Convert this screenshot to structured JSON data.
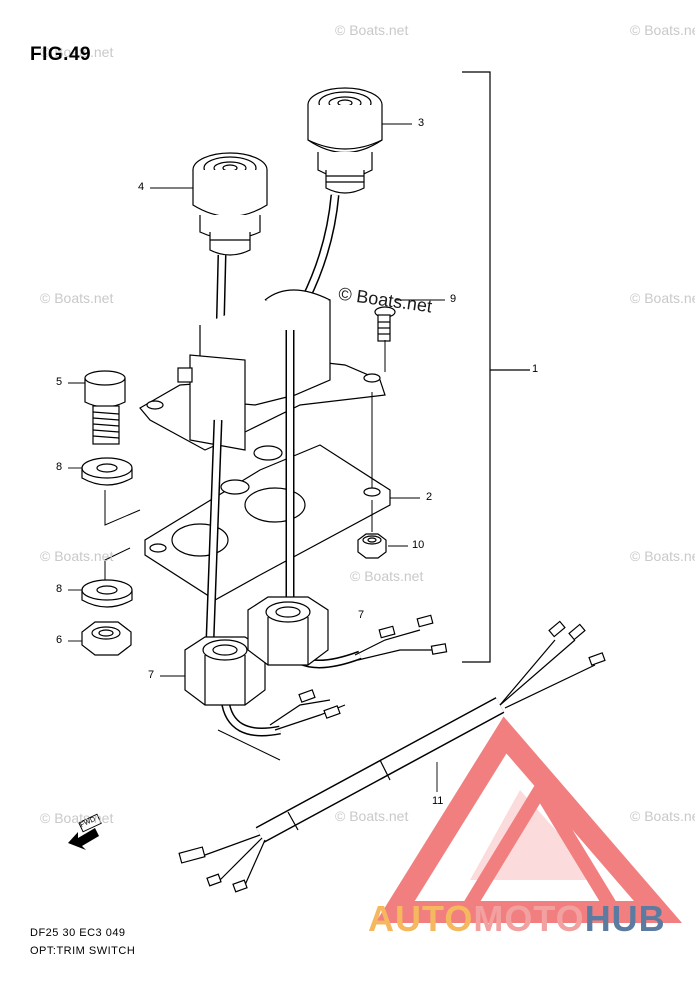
{
  "figure": {
    "title": "FIG.49",
    "code": "DF25 30 EC3 049",
    "name": "OPT:TRIM SWITCH"
  },
  "watermark": {
    "text": "© Boats.net"
  },
  "callouts": [
    "1",
    "2",
    "3",
    "4",
    "5",
    "6",
    "7",
    "7",
    "8",
    "8",
    "9",
    "10",
    "11"
  ],
  "direction_arrow": {
    "label": "FWD",
    "icon": "forward-arrow-icon"
  },
  "logo": {
    "part1": "AUTO",
    "part2": "MOTO",
    "part3": "HUB",
    "colors": {
      "auto": "#f5b85f",
      "moto": "#f2a0a0",
      "hub": "#5b7ba0",
      "mark": "#ee5555"
    }
  }
}
